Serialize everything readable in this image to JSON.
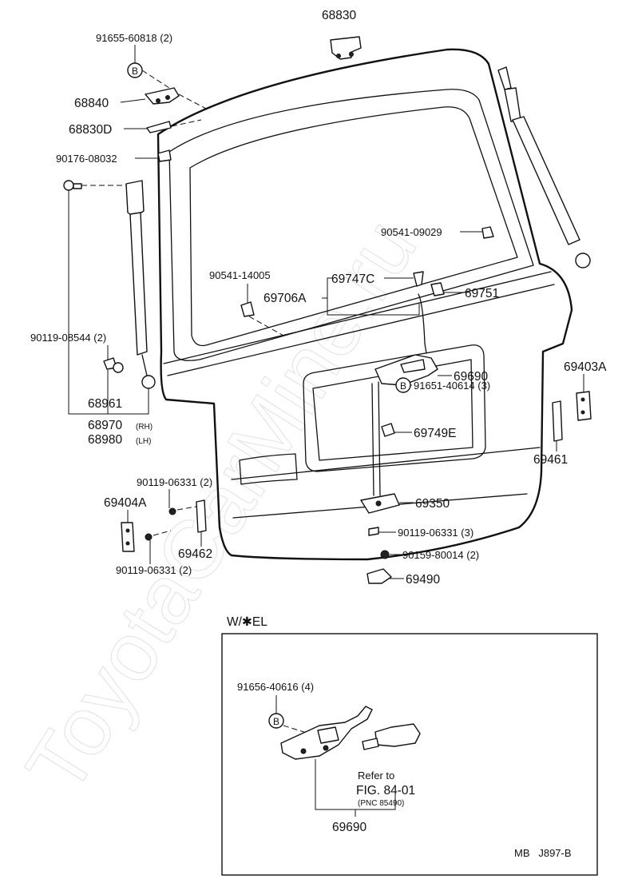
{
  "watermark": "ToyotaCarMine.ru",
  "callouts": {
    "p68830": "68830",
    "p91655": "91655-60818 (2)",
    "p68840": "68840",
    "p68830d": "68830D",
    "p90176": "90176-08032",
    "p90541_09029": "90541-09029",
    "p90541_14005": "90541-14005",
    "p69747c": "69747C",
    "p69706a": "69706A",
    "p69751": "69751",
    "p90119_08544": "90119-08544 (2)",
    "p69690": "69690",
    "p69403a": "69403A",
    "p68961": "68961",
    "p91651": "91651-40614 (3)",
    "p68970": "68970",
    "rh": "(RH)",
    "p68980": "68980",
    "lh": "(LH)",
    "p69749e": "69749E",
    "p69461": "69461",
    "p90119_06331_a": "90119-06331 (2)",
    "p69404a": "69404A",
    "p69350": "69350",
    "p90119_06331_c": "90119-06331 (3)",
    "p69462": "69462",
    "p90159": "90159-80014 (2)",
    "p90119_06331_b": "90119-06331 (2)",
    "p69490": "69490"
  },
  "inset": {
    "title": "W/✱EL",
    "p91656": "91656-40616 (4)",
    "refer_line1": "Refer to",
    "refer_line2": "FIG. 84-01",
    "refer_line3": "(PNC 85490)",
    "p69690": "69690"
  },
  "bolt_symbol": "B",
  "footer_code": "MB   J897-B"
}
